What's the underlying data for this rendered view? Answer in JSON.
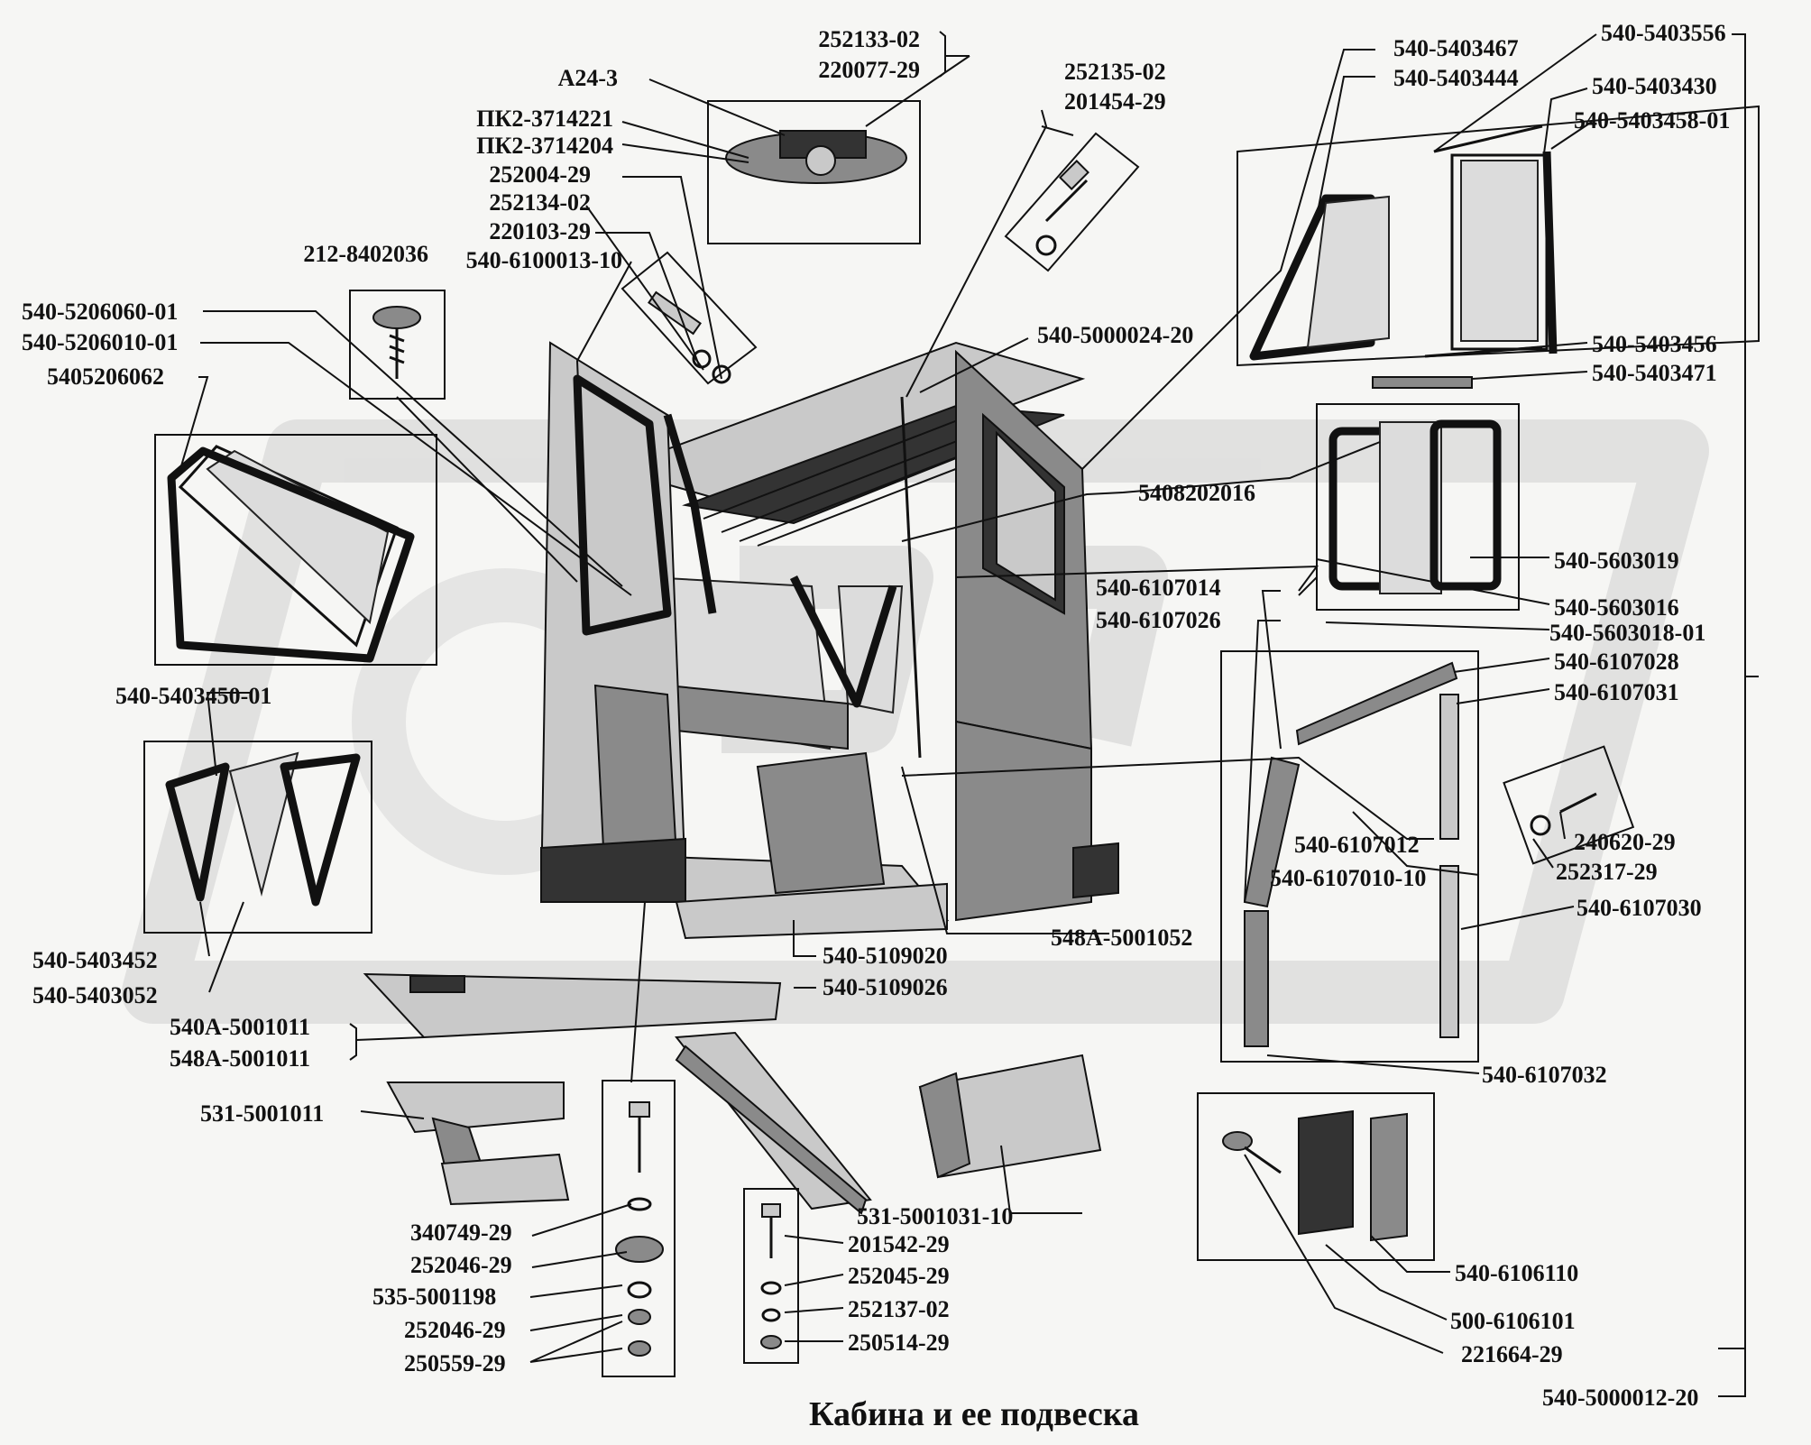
{
  "title": "Кабина и ее подвеска",
  "labels": {
    "l01": "252133-02",
    "l02": "220077-29",
    "l03": "А24-3",
    "l04": "ПК2-3714221",
    "l05": "ПК2-3714204",
    "l06": "252004-29",
    "l07": "252134-02",
    "l08": "220103-29",
    "l09": "540-6100013-10",
    "l10": "212-8402036",
    "l11": "540-5206060-01",
    "l12": "540-5206010-01",
    "l13": "5405206062",
    "l14": "252135-02",
    "l15": "201454-29",
    "l16": "540-5000024-20",
    "l17": "540-5403467",
    "l18": "540-5403444",
    "l19": "540-5403556",
    "l20": "540-5403430",
    "l21": "540-5403458-01",
    "l22": "540-5403456",
    "l23": "540-5403471",
    "l24": "5408202016",
    "l25": "540-5603019",
    "l26": "540-6107014",
    "l27": "540-6107026",
    "l28": "540-5603016",
    "l29": "540-5603018-01",
    "l30": "540-6107028",
    "l31": "540-6107031",
    "l32": "540-5403450-01",
    "l33": "540-6107012",
    "l34": "240620-29",
    "l35": "540-6107010-10",
    "l36": "252317-29",
    "l37": "540-6107030",
    "l38": "548А-5001052",
    "l39": "540-5403452",
    "l40": "540-5403052",
    "l41": "540-5109020",
    "l42": "540-5109026",
    "l43": "540А-5001011",
    "l44": "548А-5001011",
    "l45": "540-6107032",
    "l46": "531-5001011",
    "l47": "531-5001031-10",
    "l48": "340749-29",
    "l49": "201542-29",
    "l50": "252046-29",
    "l51": "252045-29",
    "l52": "535-5001198",
    "l53": "252137-02",
    "l54": "252046-29",
    "l55": "250514-29",
    "l56": "250559-29",
    "l57": "540-6106110",
    "l58": "500-6106101",
    "l59": "221664-29",
    "l60": "540-5000012-20"
  }
}
